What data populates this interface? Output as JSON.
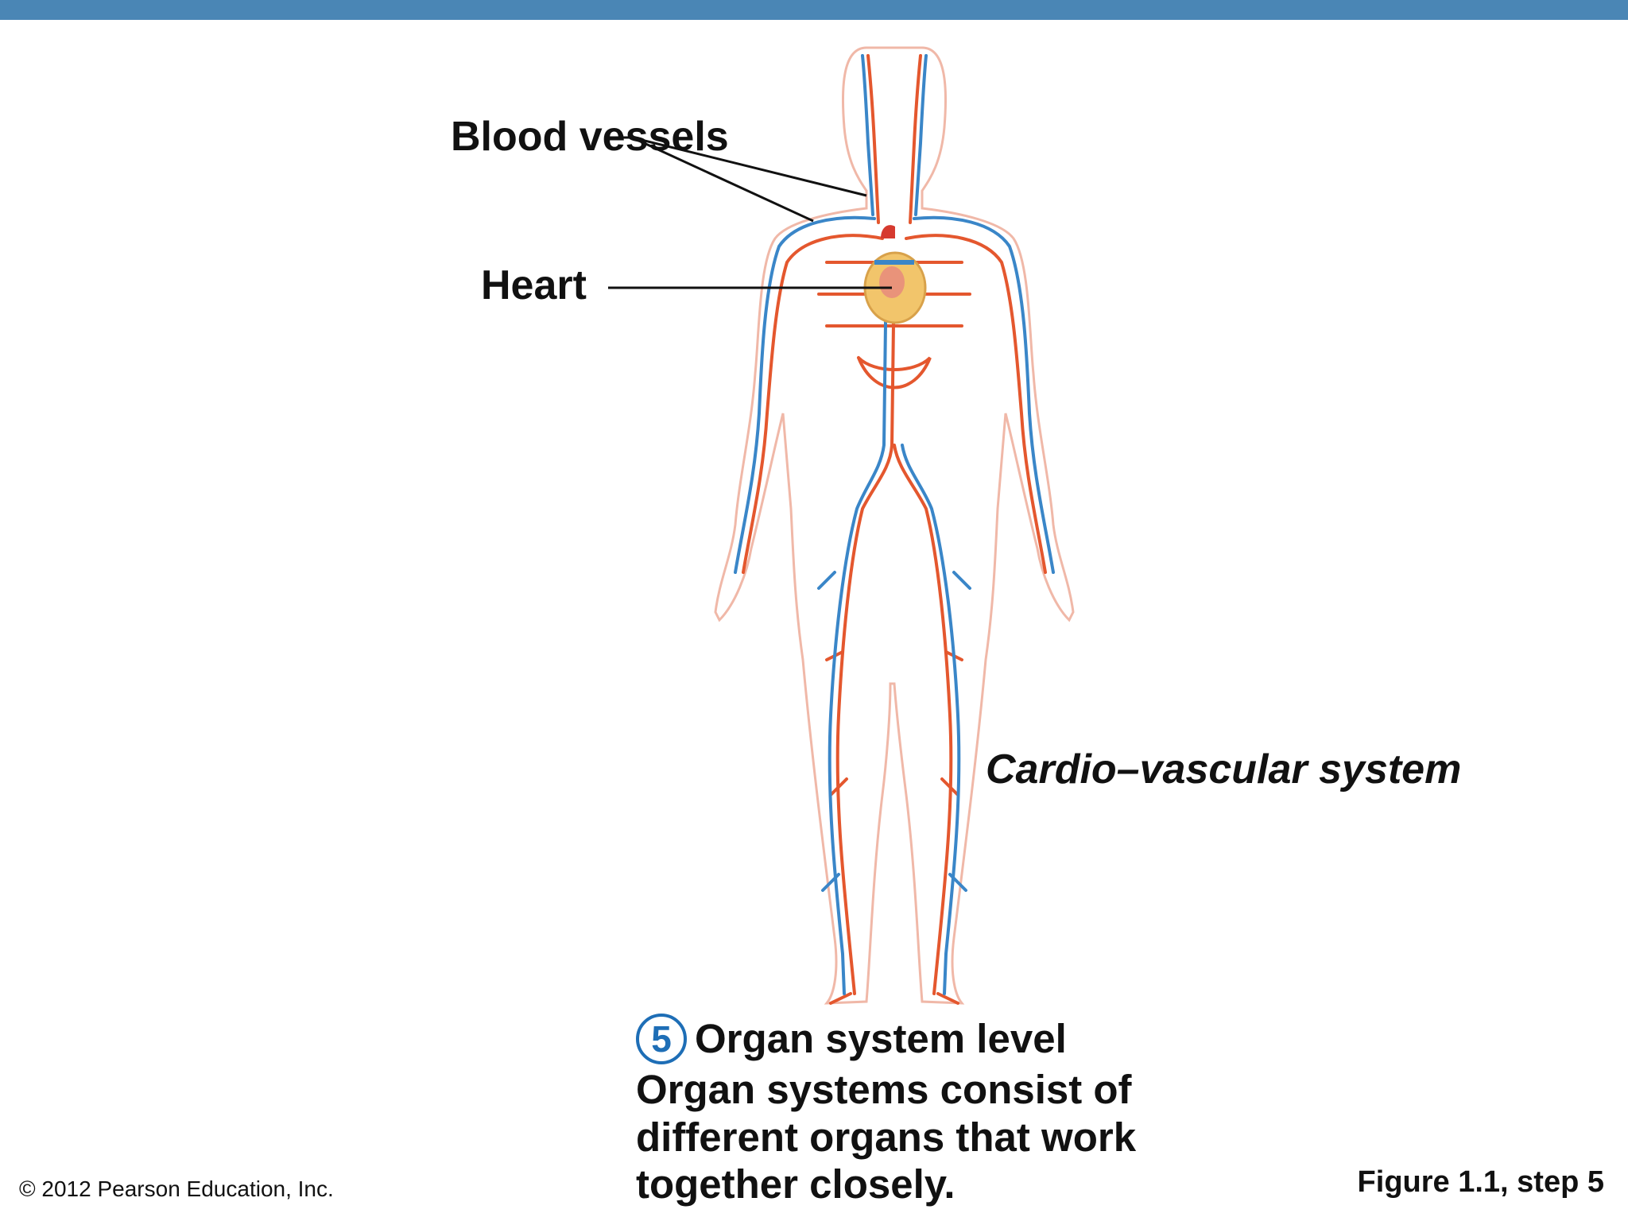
{
  "diagram": {
    "labels": {
      "blood_vessels": "Blood vessels",
      "heart": "Heart",
      "system": "Cardio–vascular system"
    }
  },
  "step": {
    "number": "5",
    "title": "Organ system level",
    "description": "Organ systems consist of different organs that work together closely."
  },
  "footer": {
    "copyright": "© 2012 Pearson Education, Inc.",
    "figure_ref": "Figure 1.1, step 5"
  },
  "colors": {
    "top_bar": "#4a86b5",
    "arteries": "#e4572e",
    "veins": "#3a86c8",
    "heart": "#f2c56b",
    "step_accent": "#1e6eb6"
  }
}
